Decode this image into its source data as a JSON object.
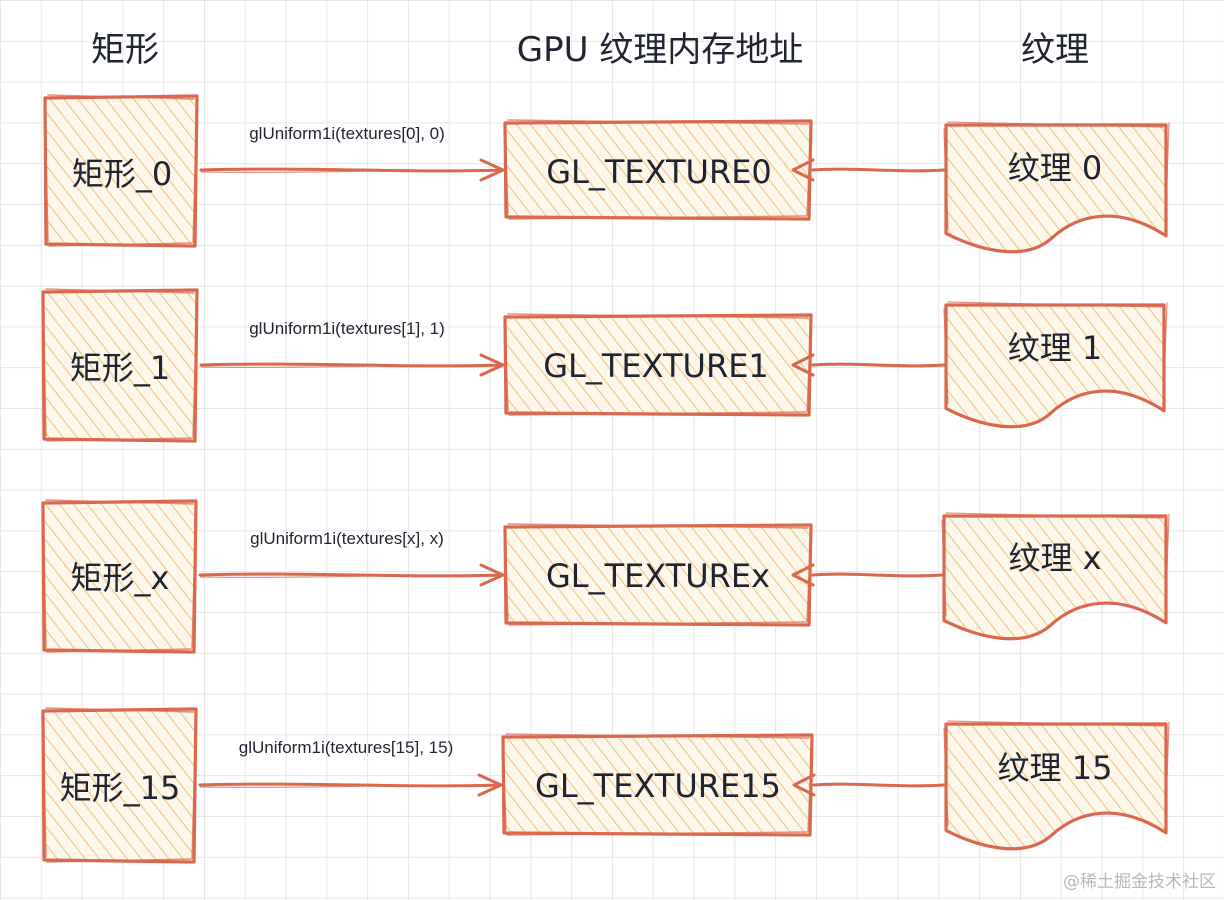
{
  "headers": {
    "rect": "矩形",
    "gpu": "GPU 纹理内存地址",
    "texture": "纹理"
  },
  "rows": [
    {
      "rect": "矩形_0",
      "call": "glUniform1i(textures[0], 0)",
      "unit": "GL_TEXTURE0",
      "texture": "纹理 0"
    },
    {
      "rect": "矩形_1",
      "call": "glUniform1i(textures[1], 1)",
      "unit": "GL_TEXTURE1",
      "texture": "纹理 1"
    },
    {
      "rect": "矩形_x",
      "call": "glUniform1i(textures[x], x)",
      "unit": "GL_TEXTUREx",
      "texture": "纹理 x"
    },
    {
      "rect": "矩形_15",
      "call": "glUniform1i(textures[15], 15)",
      "unit": "GL_TEXTURE15",
      "texture": "纹理 15"
    }
  ],
  "colors": {
    "stroke": "#d9684f",
    "hatch": "#eab85f",
    "fill": "#fdf6ea",
    "text": "#1f2430"
  },
  "watermark": "@稀土掘金技术社区"
}
